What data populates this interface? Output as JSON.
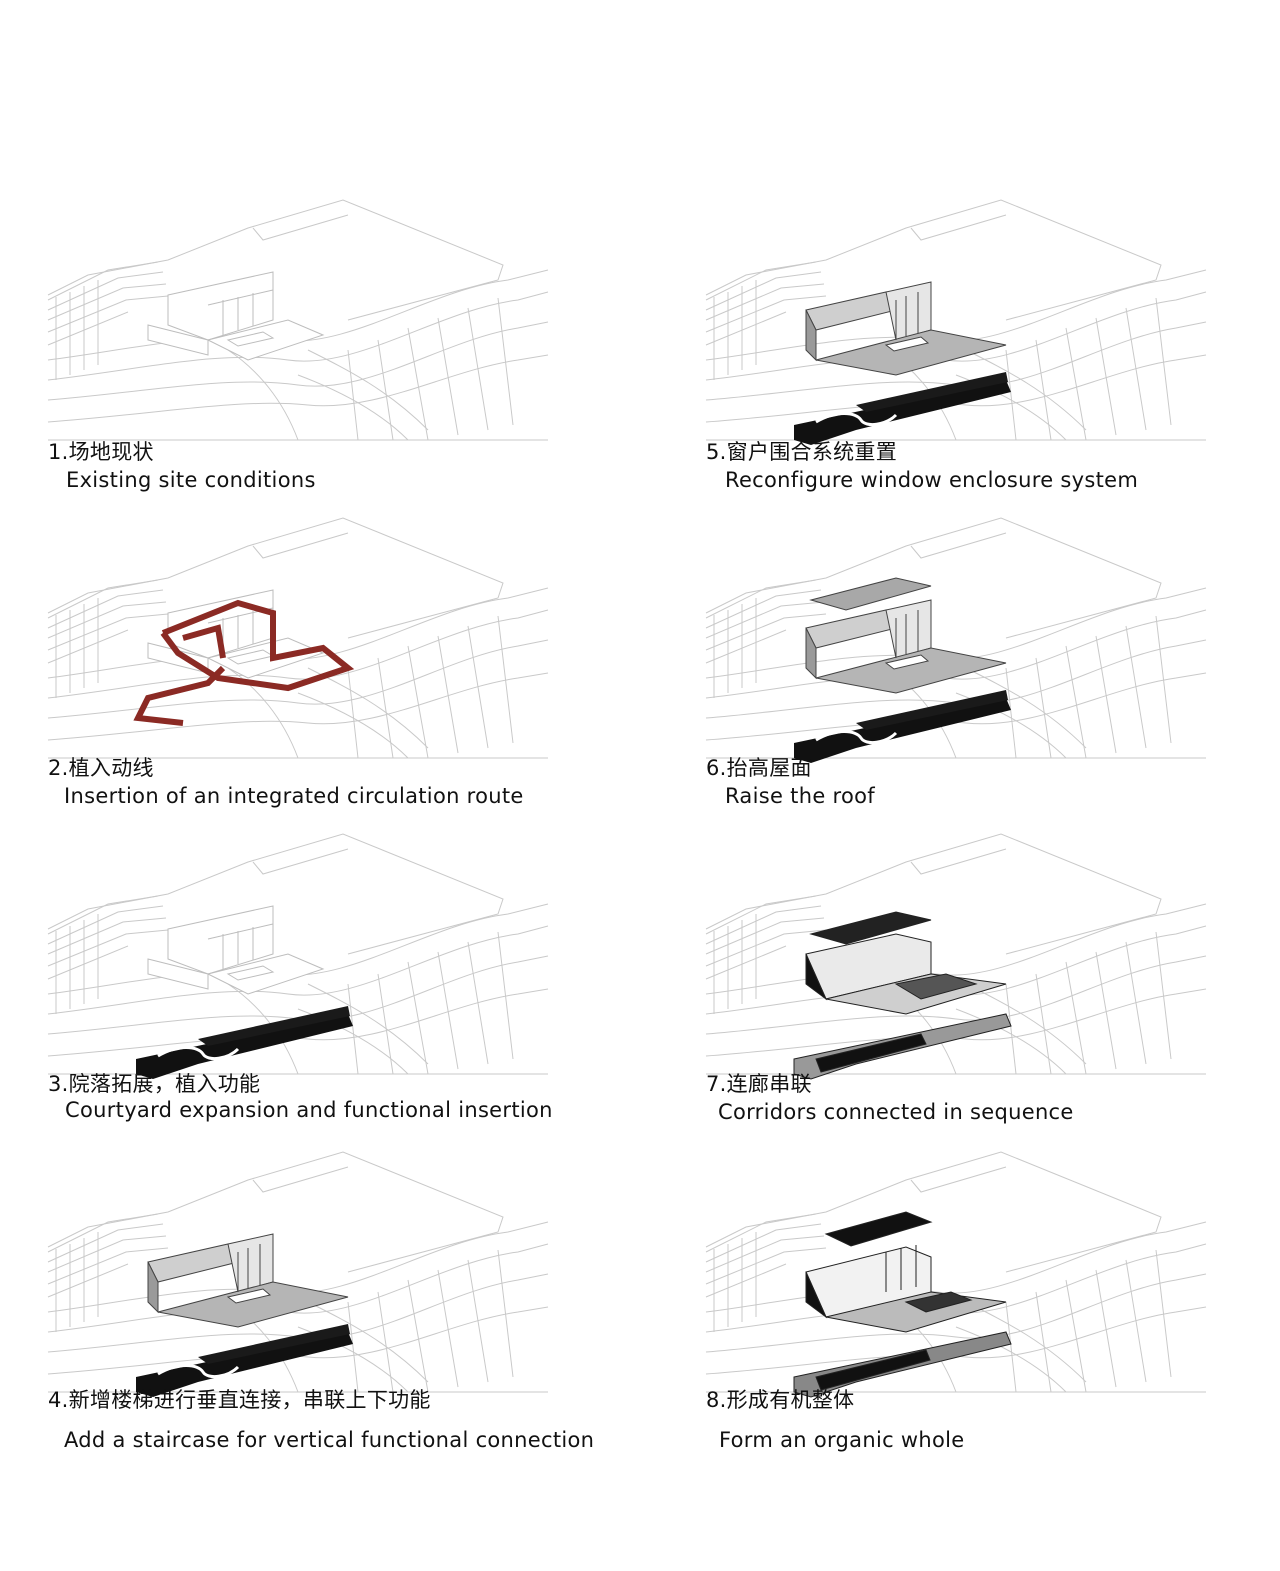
{
  "colors": {
    "site_line": "#c9c9c9",
    "route": "#8b2a24",
    "dark": "#111111",
    "mid": "#9a9a9a",
    "light": "#d6d6d6"
  },
  "steps": [
    {
      "zh": "1.场地现状",
      "en": "Existing site conditions"
    },
    {
      "zh": "2.植入动线",
      "en": "Insertion of an integrated circulation route"
    },
    {
      "zh": "3.院落拓展，植入功能",
      "en": "Courtyard expansion and functional insertion"
    },
    {
      "zh": "4.新增楼梯进行垂直连接，串联上下功能",
      "en": "Add a staircase for vertical functional connection"
    },
    {
      "zh": "5.窗户围合系统重置",
      "en": "Reconfigure window enclosure system"
    },
    {
      "zh": "6.抬高屋面",
      "en": "Raise the roof"
    },
    {
      "zh": "7.连廊串联",
      "en": "Corridors connected in sequence"
    },
    {
      "zh": "8.形成有机整体",
      "en": "Form an organic whole"
    }
  ]
}
